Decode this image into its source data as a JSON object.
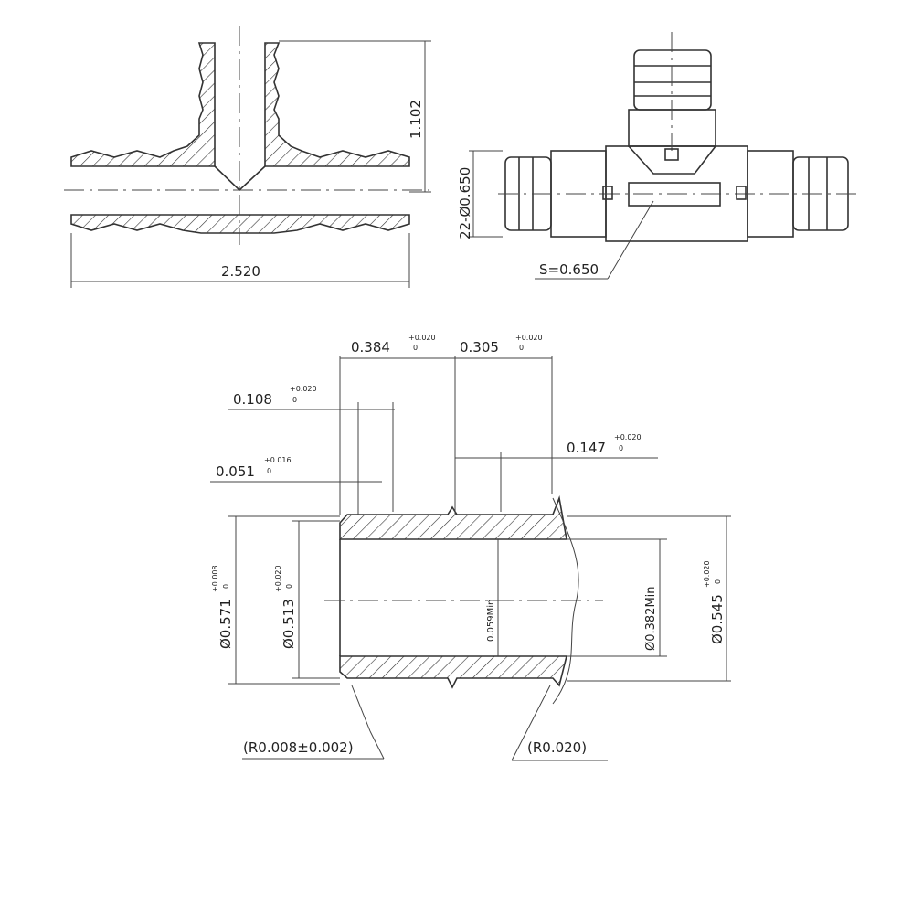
{
  "views": {
    "tee_section": {
      "height_dim": "1.102",
      "length_dim": "2.520"
    },
    "tee_exterior": {
      "end_dim": "22-Ø0.650",
      "section_callout": "S=0.650"
    },
    "insert_detail": {
      "d1": {
        "value": "0.384",
        "tol_upper": "+0.020",
        "tol_lower": "0"
      },
      "d2": {
        "value": "0.305",
        "tol_upper": "+0.020",
        "tol_lower": "0"
      },
      "d3": {
        "value": "0.108",
        "tol_upper": "+0.020",
        "tol_lower": "0"
      },
      "d4": {
        "value": "0.051",
        "tol_upper": "+0.016",
        "tol_lower": "0"
      },
      "d5": {
        "value": "0.147",
        "tol_upper": "+0.020",
        "tol_lower": "0"
      },
      "od_outer": {
        "value": "Ø0.571",
        "tol_upper": "+0.008",
        "tol_lower": "0"
      },
      "od_inner": {
        "value": "Ø0.513",
        "tol_upper": "+0.020",
        "tol_lower": "0"
      },
      "wall": "0.059Min",
      "bore": "Ø0.382Min",
      "od_right": {
        "value": "Ø0.545",
        "tol_upper": "+0.020",
        "tol_lower": "0"
      },
      "radius_left": "(R0.008±0.002)",
      "radius_right": "(R0.020)"
    }
  }
}
